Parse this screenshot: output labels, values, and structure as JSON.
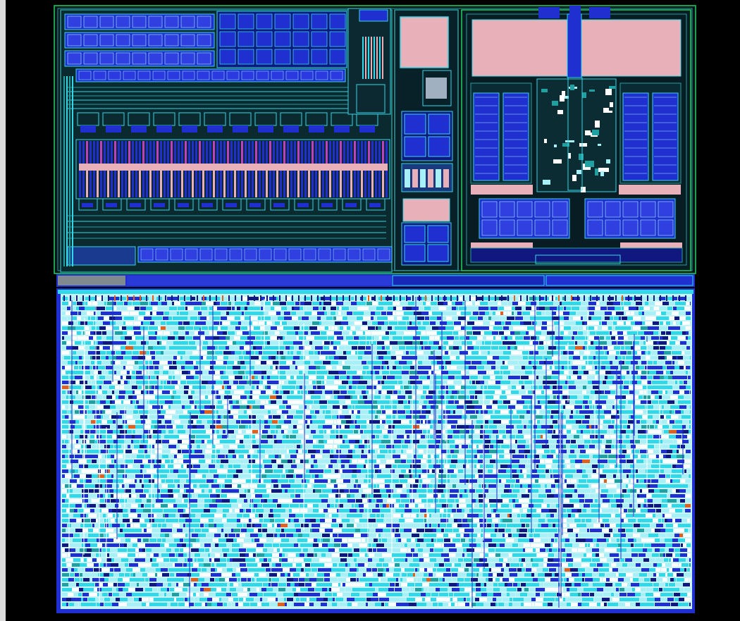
{
  "viewer": {
    "background": "#000000",
    "gutter_color": "#dcdcdc"
  },
  "layers": {
    "outline": "#20d060",
    "metal_blue": "#2030d0",
    "metal_dark": "#101880",
    "cyan": "#30d8e8",
    "cyan_light": "#a8f0f8",
    "teal": "#20a0a0",
    "pink": "#e8b0b8",
    "magenta": "#c040c0",
    "orange": "#e06020",
    "white": "#ffffff",
    "gray": "#808890"
  },
  "blocks": [
    {
      "id": "analog-top-left-array",
      "kind": "capacitor-array"
    },
    {
      "id": "analog-middle-column",
      "kind": "mixed"
    },
    {
      "id": "analog-top-right",
      "kind": "amplifier"
    },
    {
      "id": "digital-core",
      "kind": "standard-cells"
    }
  ]
}
